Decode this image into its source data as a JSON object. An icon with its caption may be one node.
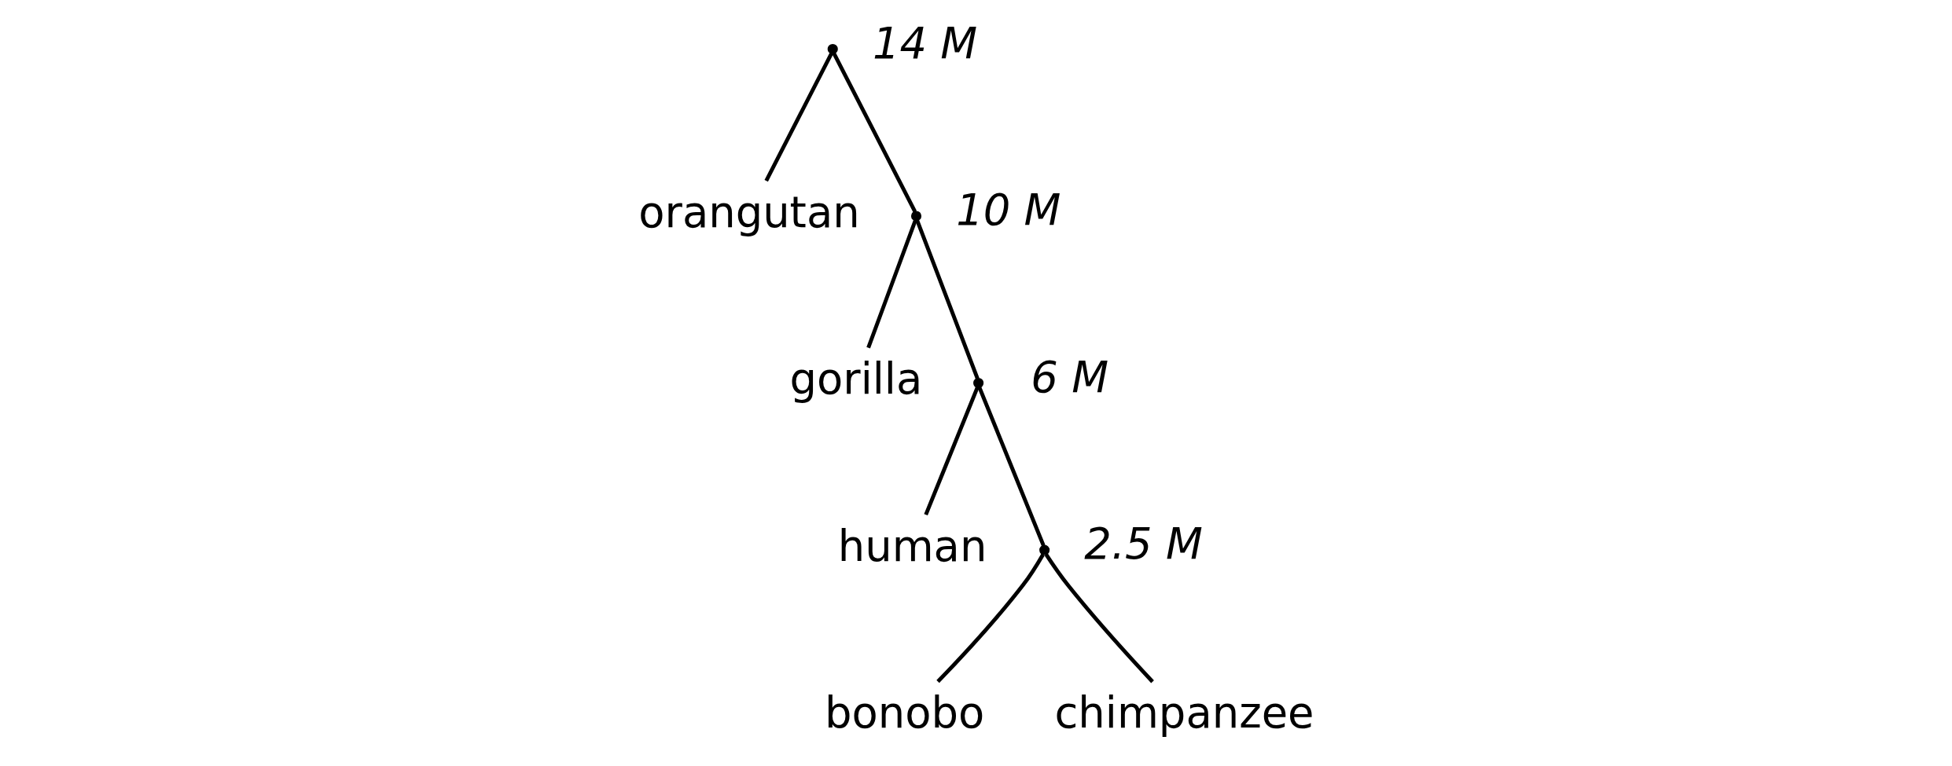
{
  "diagram": {
    "nodes": [
      {
        "text": [],
        "shape": "point",
        "beside": [
          "14 M"
        ]
      },
      {
        "text": [
          "orangutan"
        ]
      },
      {
        "text": [],
        "shape": "point",
        "beside": [
          "10 M"
        ]
      },
      {
        "text": [
          "gorilla"
        ]
      },
      {
        "text": [],
        "shape": "point",
        "beside": [
          "6 M"
        ]
      },
      {
        "text": [
          "human"
        ]
      },
      {
        "text": [],
        "shape": "point",
        "beside": [
          "2.5 M"
        ]
      },
      {
        "text": [
          "bonobo"
        ]
      },
      {
        "text": [
          "chimpanzee"
        ]
      }
    ],
    "edges": [
      {
        "from": 0,
        "to": 1,
        "arrow": "none"
      },
      {
        "from": 0,
        "to": 2,
        "arrow": "none"
      },
      {
        "from": 2,
        "to": 3,
        "arrow": "none"
      },
      {
        "from": 2,
        "to": 4,
        "arrow": "none"
      },
      {
        "from": 4,
        "to": 5,
        "arrow": "none"
      },
      {
        "from": 4,
        "to": 6,
        "arrow": "none"
      },
      {
        "from": 6,
        "to": 7,
        "arrow": "none"
      },
      {
        "from": 6,
        "to": 8,
        "arrow": "none"
      }
    ]
  }
}
